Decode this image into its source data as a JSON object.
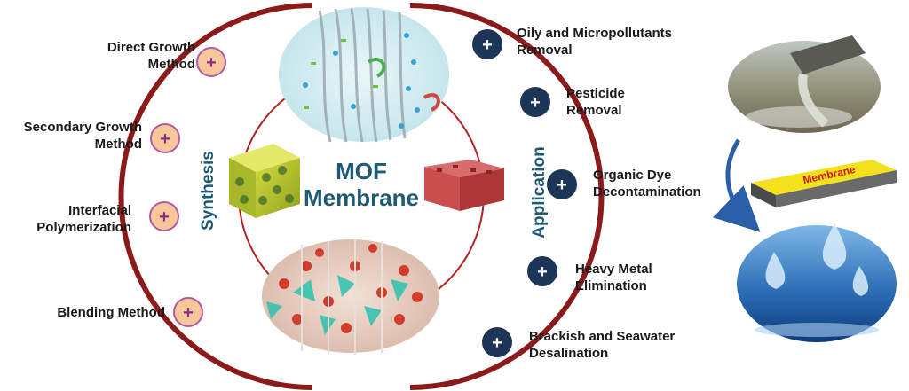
{
  "center": {
    "line1": "MOF",
    "line2": "Membrane"
  },
  "synthesis": {
    "label": "Synthesis",
    "methods": [
      {
        "lines": [
          "Direct Growth",
          "Method"
        ]
      },
      {
        "lines": [
          "Secondary Growth",
          "Method"
        ]
      },
      {
        "lines": [
          "Interfacial",
          "Polymerization"
        ]
      },
      {
        "lines": [
          "Blending Method"
        ]
      }
    ]
  },
  "application": {
    "label": "Application",
    "items": [
      {
        "lines": [
          "Oily and Micropollutants",
          "Removal"
        ]
      },
      {
        "lines": [
          "Pesticide",
          "Removal"
        ]
      },
      {
        "lines": [
          "Organic Dye",
          "Decontamination"
        ]
      },
      {
        "lines": [
          "Heavy Metal",
          "Elimination"
        ]
      },
      {
        "lines": [
          "Brackish and Seawater",
          "Desalination"
        ]
      }
    ]
  },
  "membrane_label": "Membrane",
  "plus_symbol": "+",
  "colors": {
    "ring": "#8b1a1a",
    "synthesis_bullet": "#f6c79a",
    "synthesis_bullet_border": "#b05aa8",
    "application_bullet": "#1d3557",
    "title": "#1f5a74"
  }
}
